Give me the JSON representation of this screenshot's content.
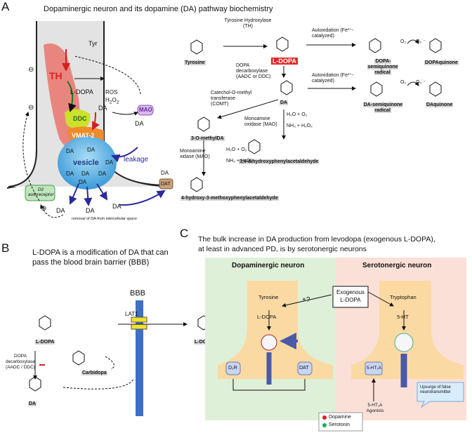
{
  "panel_a": {
    "letter": "A",
    "title": "Dopaminergic neuron and its dopamine (DA) pathway biochemistry",
    "neuron": {
      "tyr": "Tyr",
      "th": "TH",
      "ldopa": "L-DOPA",
      "ros": "ROS",
      "h2o2": "H",
      "h2o2_sub": "2",
      "h2o2_o": "O",
      "ddc": "DDC",
      "da": "DA",
      "mao": "MAO",
      "vmat2": "VMAT-2",
      "vesicle": "vesicle",
      "leakage": "leakage",
      "dat": "DAT",
      "d2": "D2 autoreceptor",
      "removal": "removal of DA from intercellular space",
      "minus": "⊖",
      "plus": "⊕"
    },
    "pathway": {
      "tyrosine": "Tyrosine",
      "th_enzyme": "Tyrosine Hydroxylase (TH)",
      "ldopa": "L-DOPA",
      "autox1": "Autoxidation (Fe³⁺-catalyzed)",
      "dopa_semi": "DOPA-semiquinone radical",
      "dopaquinone": "DOPAquinone",
      "ddc_enzyme": "DOPA decarboxylase (AADC or DDC)",
      "da": "DA",
      "autox2": "Autoxidation (Fe³⁺-catalyzed)",
      "da_semi": "DA-semiquinone radical",
      "daquinone": "DAquinone",
      "comt": "Catechol-O-methyl transferase (COMT)",
      "mao1": "Monoamine oxidase (MAO)",
      "h2o_o2_1": "H₂O + O₂",
      "nh3_1": "NH₃ + H₂O₂",
      "methylda": "3-O-methylDA",
      "dopal": "3,4-dihydroxyphenylacetaldehyde",
      "mao2": "Monoamine xidase (MAO)",
      "h2o_o2_2": "H₂O + O₂",
      "nh3_2": "NH₃ + H₂O₂",
      "hmpal": "4-hydroxy-3-methoxyphenylacetaldehyde",
      "o2": "O₂",
      "o2rad": "O₂˙⁻"
    }
  },
  "panel_b": {
    "letter": "B",
    "title_line1": "L-DOPA is a modification of DA that can",
    "title_line2": "pass the blood brain barrier (BBB)",
    "bbb": "BBB",
    "lat1": "LAT1",
    "ldopa_left": "L-DOPA",
    "ldopa_right": "L-DOPA",
    "ddc": "DOPA decarboxylase (AADC / DDC)",
    "carbidopa": "Carbidopa",
    "da": "DA"
  },
  "panel_c": {
    "letter": "C",
    "title_line1": "The bulk increase in DA production from levodopa (exogenous L-DOPA),",
    "title_line2": "at least in advanced PD, is by serotonergic neurons",
    "dopa_neuron": "Dopaminergic neuron",
    "sero_neuron": "Serotonergic neuron",
    "tyrosine": "Tyrosine",
    "ldopa": "L-DOPA",
    "plus_q": "+?",
    "exogenous": "Exogenous L-DOPA",
    "tryptophan": "Tryptophan",
    "ht5": "5-HT",
    "d2r": "D₂R",
    "dat": "DAT",
    "ht1a": "5-HT₁A",
    "agonists": "5-HT₁A Agonists",
    "upsurge": "Upsurge of false neurotransmitter",
    "legend_dopamine": "Dopamine",
    "legend_serotonin": "Serotonin",
    "colors": {
      "dopamine": "#e02020",
      "serotonin": "#12b060",
      "green_bg": "#dff0d8",
      "pink_bg": "#fbe0d8",
      "neuron": "#fbd9a3"
    }
  }
}
